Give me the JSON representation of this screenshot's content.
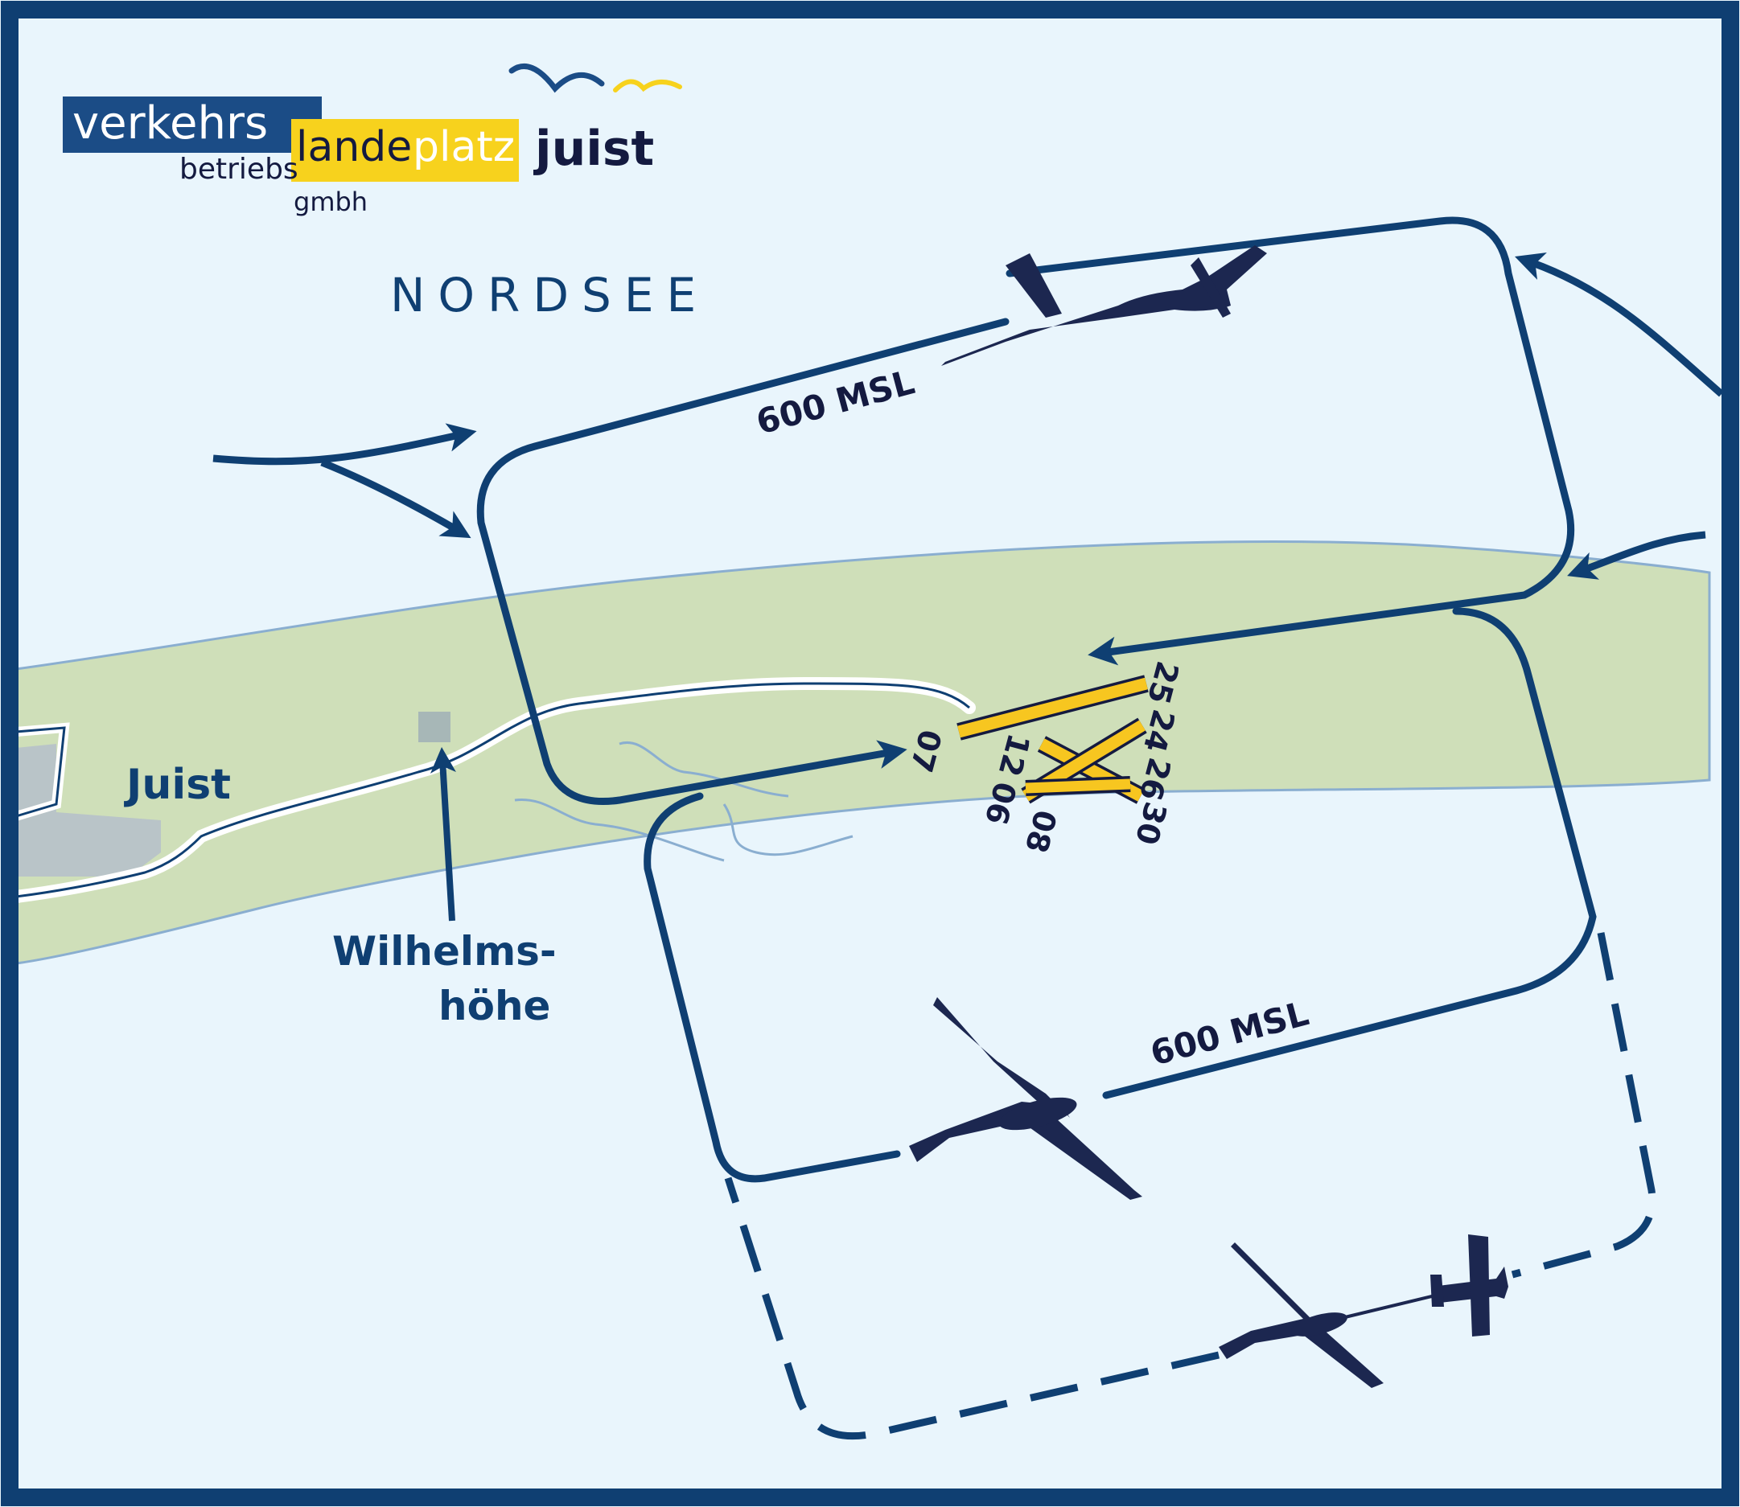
{
  "logo": {
    "part_verkehrs": "verkehrs",
    "part_betriebs": "betriebs",
    "part_gmbh": "gmbh",
    "part_lande": "lande",
    "part_platz": "platz",
    "part_juist": "juist"
  },
  "labels": {
    "sea": "NORDSEE",
    "town": "Juist",
    "place_line1": "Wilhelms-",
    "place_line2": "höhe",
    "altitude_north": "600 MSL",
    "altitude_south": "600 MSL"
  },
  "runways": {
    "r07": "07",
    "r25": "25",
    "r24": "24",
    "r26": "26",
    "r08": "08",
    "r12": "12",
    "r30": "30",
    "r06": "06"
  },
  "colors": {
    "frame": "#0f3f72",
    "route": "#0f3f72",
    "sea": "#e9f5fc",
    "island": "#cfdfb9",
    "runway": "#f7c620",
    "aircraft": "#1c2750",
    "text_dark": "#141a40"
  },
  "icons": [
    "motor-plane-icon",
    "glider-icon",
    "tow-plane-icon",
    "bird-icon"
  ]
}
